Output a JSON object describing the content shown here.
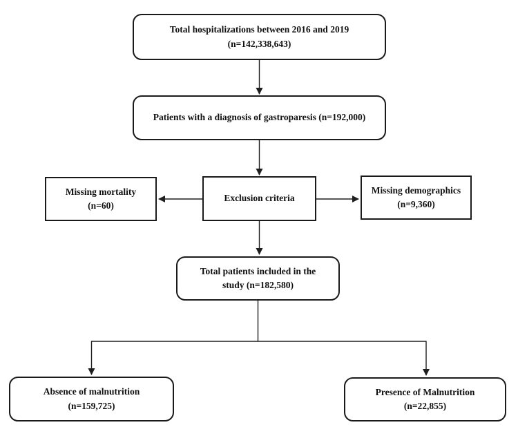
{
  "figure": {
    "type": "flowchart",
    "description": "Study patient selection flow diagram"
  },
  "theme": {
    "border_color": "#1a1a1a",
    "line_color": "#1f1f1f",
    "text_color": "#111111",
    "background": "#ffffff"
  },
  "boxes": {
    "total_hospitalizations": {
      "line1": "Total hospitalizations between 2016 and 2019",
      "line2": "(n=142,338,643)",
      "shape": "rounded"
    },
    "gastroparesis": {
      "line1": "Patients with a diagnosis of gastroparesis (n=192,000)",
      "shape": "rounded"
    },
    "missing_mortality": {
      "line1": "Missing mortality",
      "line2": "(n=60)",
      "shape": "rectangle"
    },
    "exclusion_criteria": {
      "line1": "Exclusion criteria",
      "shape": "rectangle"
    },
    "missing_demographics": {
      "line1": "Missing demographics",
      "line2": "(n=9,360)",
      "shape": "rectangle"
    },
    "total_included": {
      "line1": "Total patients included in the",
      "line2": "study (n=182,580)",
      "shape": "rounded"
    },
    "absence_malnutrition": {
      "line1": "Absence of malnutrition",
      "line2": "(n=159,725)",
      "shape": "rounded"
    },
    "presence_malnutrition": {
      "line1": "Presence of Malnutrition",
      "line2": "(n=22,855)",
      "shape": "rounded"
    }
  },
  "edges": [
    {
      "from": "total_hospitalizations",
      "to": "gastroparesis",
      "arrow": "down"
    },
    {
      "from": "gastroparesis",
      "to": "exclusion_criteria",
      "arrow": "down"
    },
    {
      "from": "exclusion_criteria",
      "to": "missing_mortality",
      "arrow": "left"
    },
    {
      "from": "exclusion_criteria",
      "to": "missing_demographics",
      "arrow": "right"
    },
    {
      "from": "exclusion_criteria",
      "to": "total_included",
      "arrow": "down"
    },
    {
      "from": "total_included",
      "to": "absence_malnutrition",
      "arrow": "down-branch"
    },
    {
      "from": "total_included",
      "to": "presence_malnutrition",
      "arrow": "down-branch"
    }
  ]
}
